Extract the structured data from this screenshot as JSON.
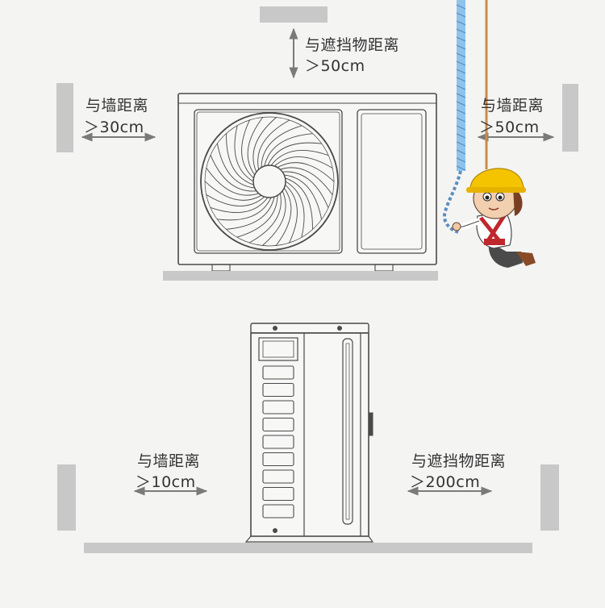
{
  "top_clearance": {
    "label": "与遮挡物距离",
    "value": "＞50cm"
  },
  "left_wall_top": {
    "label": "与墙距离",
    "value": "＞30cm"
  },
  "right_wall_top": {
    "label": "与墙距离",
    "value": "＞50cm"
  },
  "left_wall_bottom": {
    "label": "与墙距离",
    "value": "＞10cm"
  },
  "right_obstacle_bottom": {
    "label": "与遮挡物距离",
    "value": "＞200cm"
  },
  "colors": {
    "background": "#f4f4f3",
    "slab": "#c8c8c8",
    "outline": "#4a4a4a",
    "arrow": "#7a7a7a",
    "rope": "#8fc3ec",
    "helmet": "#f5c400",
    "harness": "#c0272d"
  },
  "icons": [
    "fan-icon",
    "arrow-icon",
    "worker-figure",
    "safety-rope"
  ]
}
